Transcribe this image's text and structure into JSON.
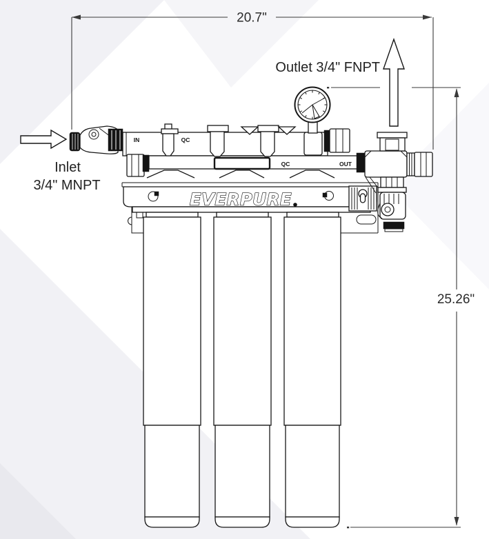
{
  "meta": {
    "description": "Everpure triple water filtration system technical line drawing with dimensions",
    "background_color": "#ffffff",
    "line_color": "#161616",
    "dimension_color": "#3a3a3a",
    "text_color": "#222222",
    "watermark_color": "#f1f1f5"
  },
  "dimensions": {
    "width_label": "20.7\"",
    "height_label": "25.26\""
  },
  "callouts": {
    "outlet": "Outlet 3/4\" FNPT",
    "inlet_line1": "Inlet",
    "inlet_line2": "3/4\" MNPT"
  },
  "manifold_ports": {
    "inlet": "IN",
    "qc_top": "QC",
    "qc_bottom": "QC",
    "outlet": "OUT"
  },
  "brand": {
    "name": "EVERPURE"
  }
}
